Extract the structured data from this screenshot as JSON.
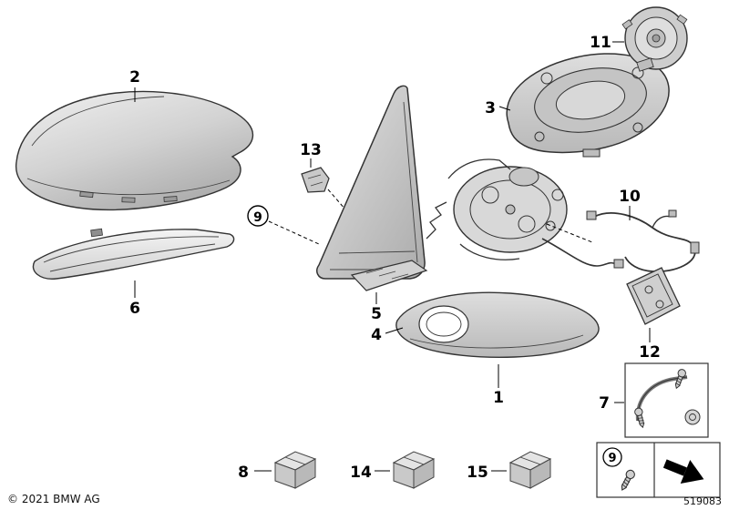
{
  "callouts": {
    "n1": "1",
    "n2": "2",
    "n3": "3",
    "n4": "4",
    "n5": "5",
    "n6": "6",
    "n7": "7",
    "n8": "8",
    "n9": "9",
    "n10": "10",
    "n11": "11",
    "n12": "12",
    "n13": "13",
    "n14": "14",
    "n15": "15"
  },
  "footer": {
    "copyright": "© 2021 BMW AG",
    "part_number": "519083"
  },
  "colors": {
    "line": "#333333",
    "metal_light": "#e8e8e8",
    "metal_mid": "#cccccc",
    "metal_dark": "#b5b5b5",
    "arrow": "#000000"
  }
}
